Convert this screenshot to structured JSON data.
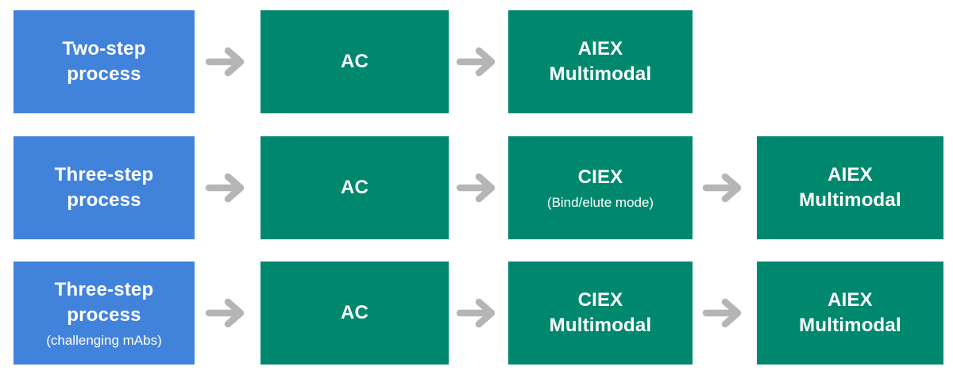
{
  "palette": {
    "blue": "#4183DB",
    "green": "#00886F",
    "arrow": "#B5B5B5",
    "textOnBox": "#FFFFFF",
    "background": "#FFFFFF"
  },
  "diagram": {
    "rows": [
      {
        "name": "two-step",
        "boxes": [
          {
            "kind": "label",
            "lines": [
              "Two-step",
              "process"
            ]
          },
          {
            "kind": "step",
            "lines": [
              "AC"
            ]
          },
          {
            "kind": "step",
            "lines": [
              "AIEX",
              "Multimodal"
            ]
          }
        ]
      },
      {
        "name": "three-step",
        "boxes": [
          {
            "kind": "label",
            "lines": [
              "Three-step",
              "process"
            ]
          },
          {
            "kind": "step",
            "lines": [
              "AC"
            ]
          },
          {
            "kind": "step",
            "lines": [
              "CIEX"
            ],
            "subtitle": "(Bind/elute mode)"
          },
          {
            "kind": "step",
            "lines": [
              "AIEX",
              "Multimodal"
            ]
          }
        ]
      },
      {
        "name": "three-step-challenging-mabs",
        "boxes": [
          {
            "kind": "label",
            "lines": [
              "Three-step",
              "process"
            ],
            "subtitle": "(challenging mAbs)"
          },
          {
            "kind": "step",
            "lines": [
              "AC"
            ]
          },
          {
            "kind": "step",
            "lines": [
              "CIEX",
              "Multimodal"
            ]
          },
          {
            "kind": "step",
            "lines": [
              "AIEX",
              "Multimodal"
            ]
          }
        ]
      }
    ]
  }
}
